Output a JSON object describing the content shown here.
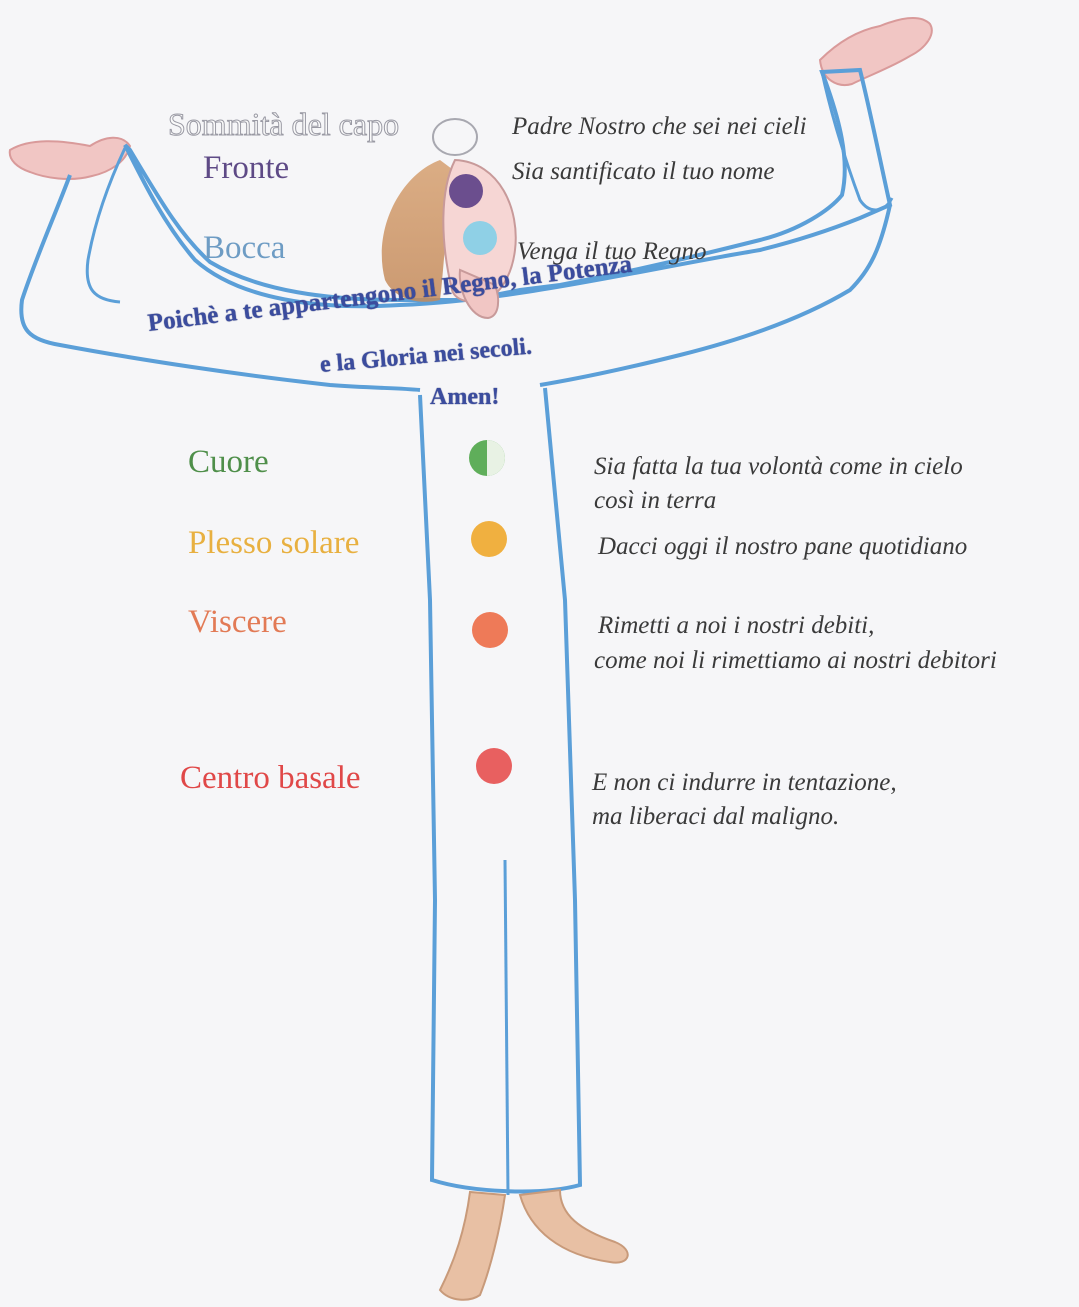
{
  "centers": [
    {
      "id": "crown",
      "label": "Sommità del capo",
      "prayer": [
        "Padre Nostro che sei nei cieli"
      ],
      "color": "#b8b8c0"
    },
    {
      "id": "brow",
      "label": "Fronte",
      "prayer": [
        "Sia santificato il tuo nome"
      ],
      "color": "#5e4a86",
      "dot": "#6b4e8e"
    },
    {
      "id": "throat",
      "label": "Bocca",
      "prayer": [
        "Venga il tuo Regno"
      ],
      "color": "#6e9cc4",
      "dot": "#8fd0e6"
    },
    {
      "id": "heart",
      "label": "Cuore",
      "prayer": [
        "Sia fatta la tua volontà come in cielo",
        "così in terra"
      ],
      "color": "#4f8f4a",
      "dot": "#5fae5a"
    },
    {
      "id": "solar",
      "label": "Plesso solare",
      "prayer": [
        "Dacci oggi il nostro pane quotidiano"
      ],
      "color": "#e8b040",
      "dot": "#f0b040"
    },
    {
      "id": "sacral",
      "label": "Viscere",
      "prayer": [
        "Rimetti a noi i nostri debiti,",
        "come noi li rimettiamo ai nostri debitori"
      ],
      "color": "#e27a55",
      "dot": "#ee7a58"
    },
    {
      "id": "root",
      "label": "Centro basale",
      "prayer": [
        "E non ci indurre in tentazione,",
        "ma liberaci dal maligno."
      ],
      "color": "#e04848",
      "dot": "#e86060"
    }
  ],
  "closing": {
    "line1": "Poichè a te appartengono il Regno, la Potenza",
    "line2": "e la Gloria nei secoli.",
    "line3": "Amen!",
    "color": "#3b4c9e"
  },
  "drawing": {
    "robe_outline": "#5b9fd8",
    "skin": "#f3c9c4",
    "hair": "#c48a5a"
  }
}
